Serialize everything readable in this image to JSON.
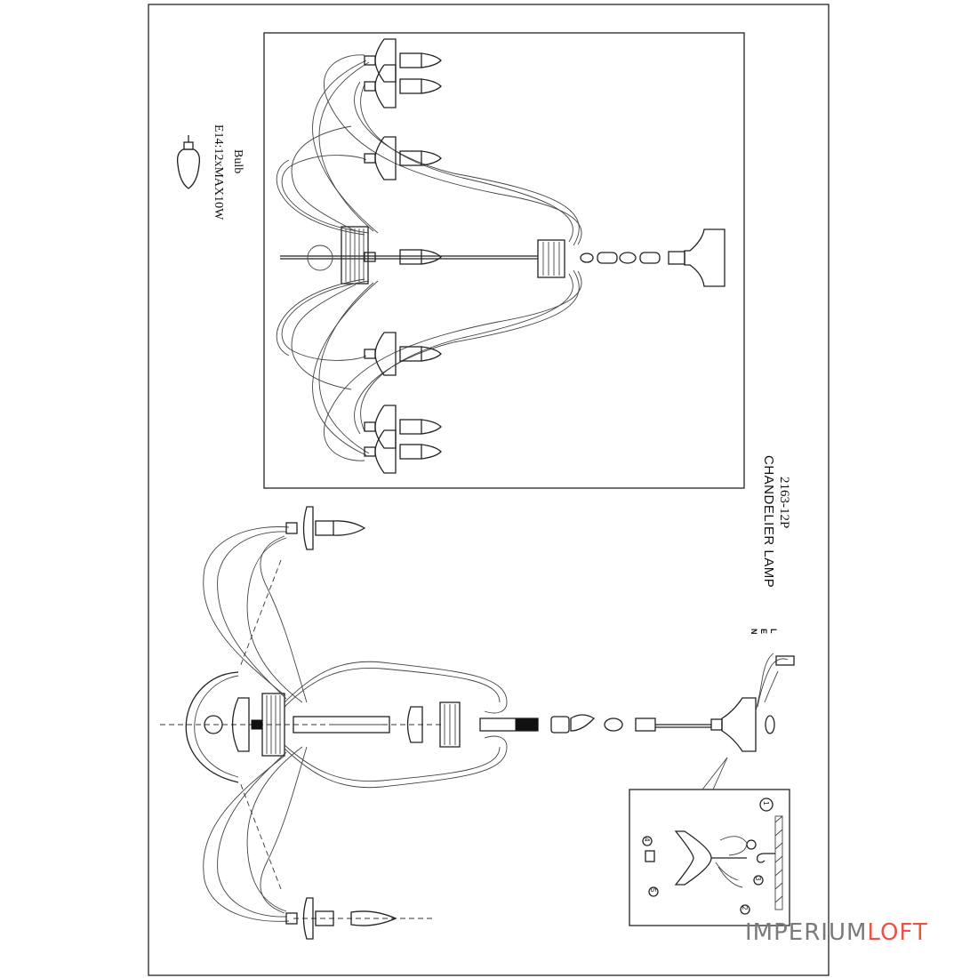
{
  "title": {
    "model": "2163-12P",
    "name": "CHANDELIER LAMP"
  },
  "bulb": {
    "label": "Bulb",
    "spec": "E14:12xMAX10W"
  },
  "wiring_labels": {
    "live": "L",
    "earth": "E",
    "neutral": "N"
  },
  "install_steps": [
    "1",
    "2",
    "3",
    "4",
    "5"
  ],
  "watermark": {
    "part1": "IMPERIUM",
    "part2": "LOFT",
    "color1": "#7a7a7a",
    "color2": "#e7554a"
  }
}
